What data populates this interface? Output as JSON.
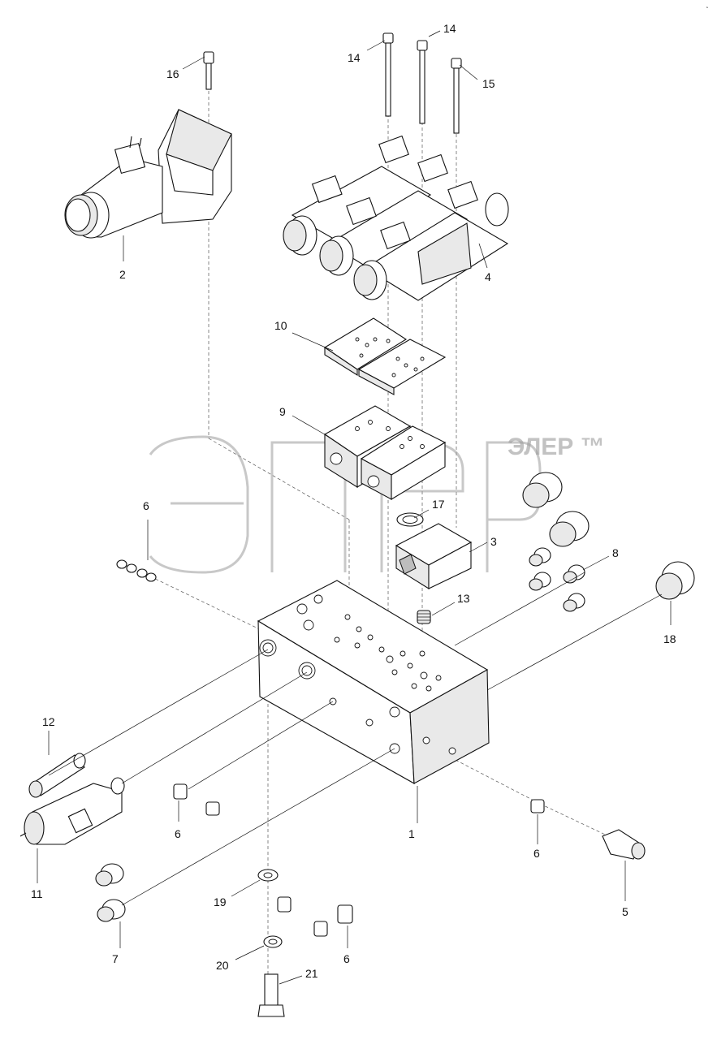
{
  "diagram": {
    "watermark": "ЭЛЕР ™",
    "callouts": [
      "1",
      "2",
      "3",
      "4",
      "5",
      "6",
      "7",
      "8",
      "9",
      "10",
      "11",
      "12",
      "13",
      "14",
      "15",
      "16",
      "17",
      "18",
      "19",
      "20",
      "21"
    ]
  }
}
